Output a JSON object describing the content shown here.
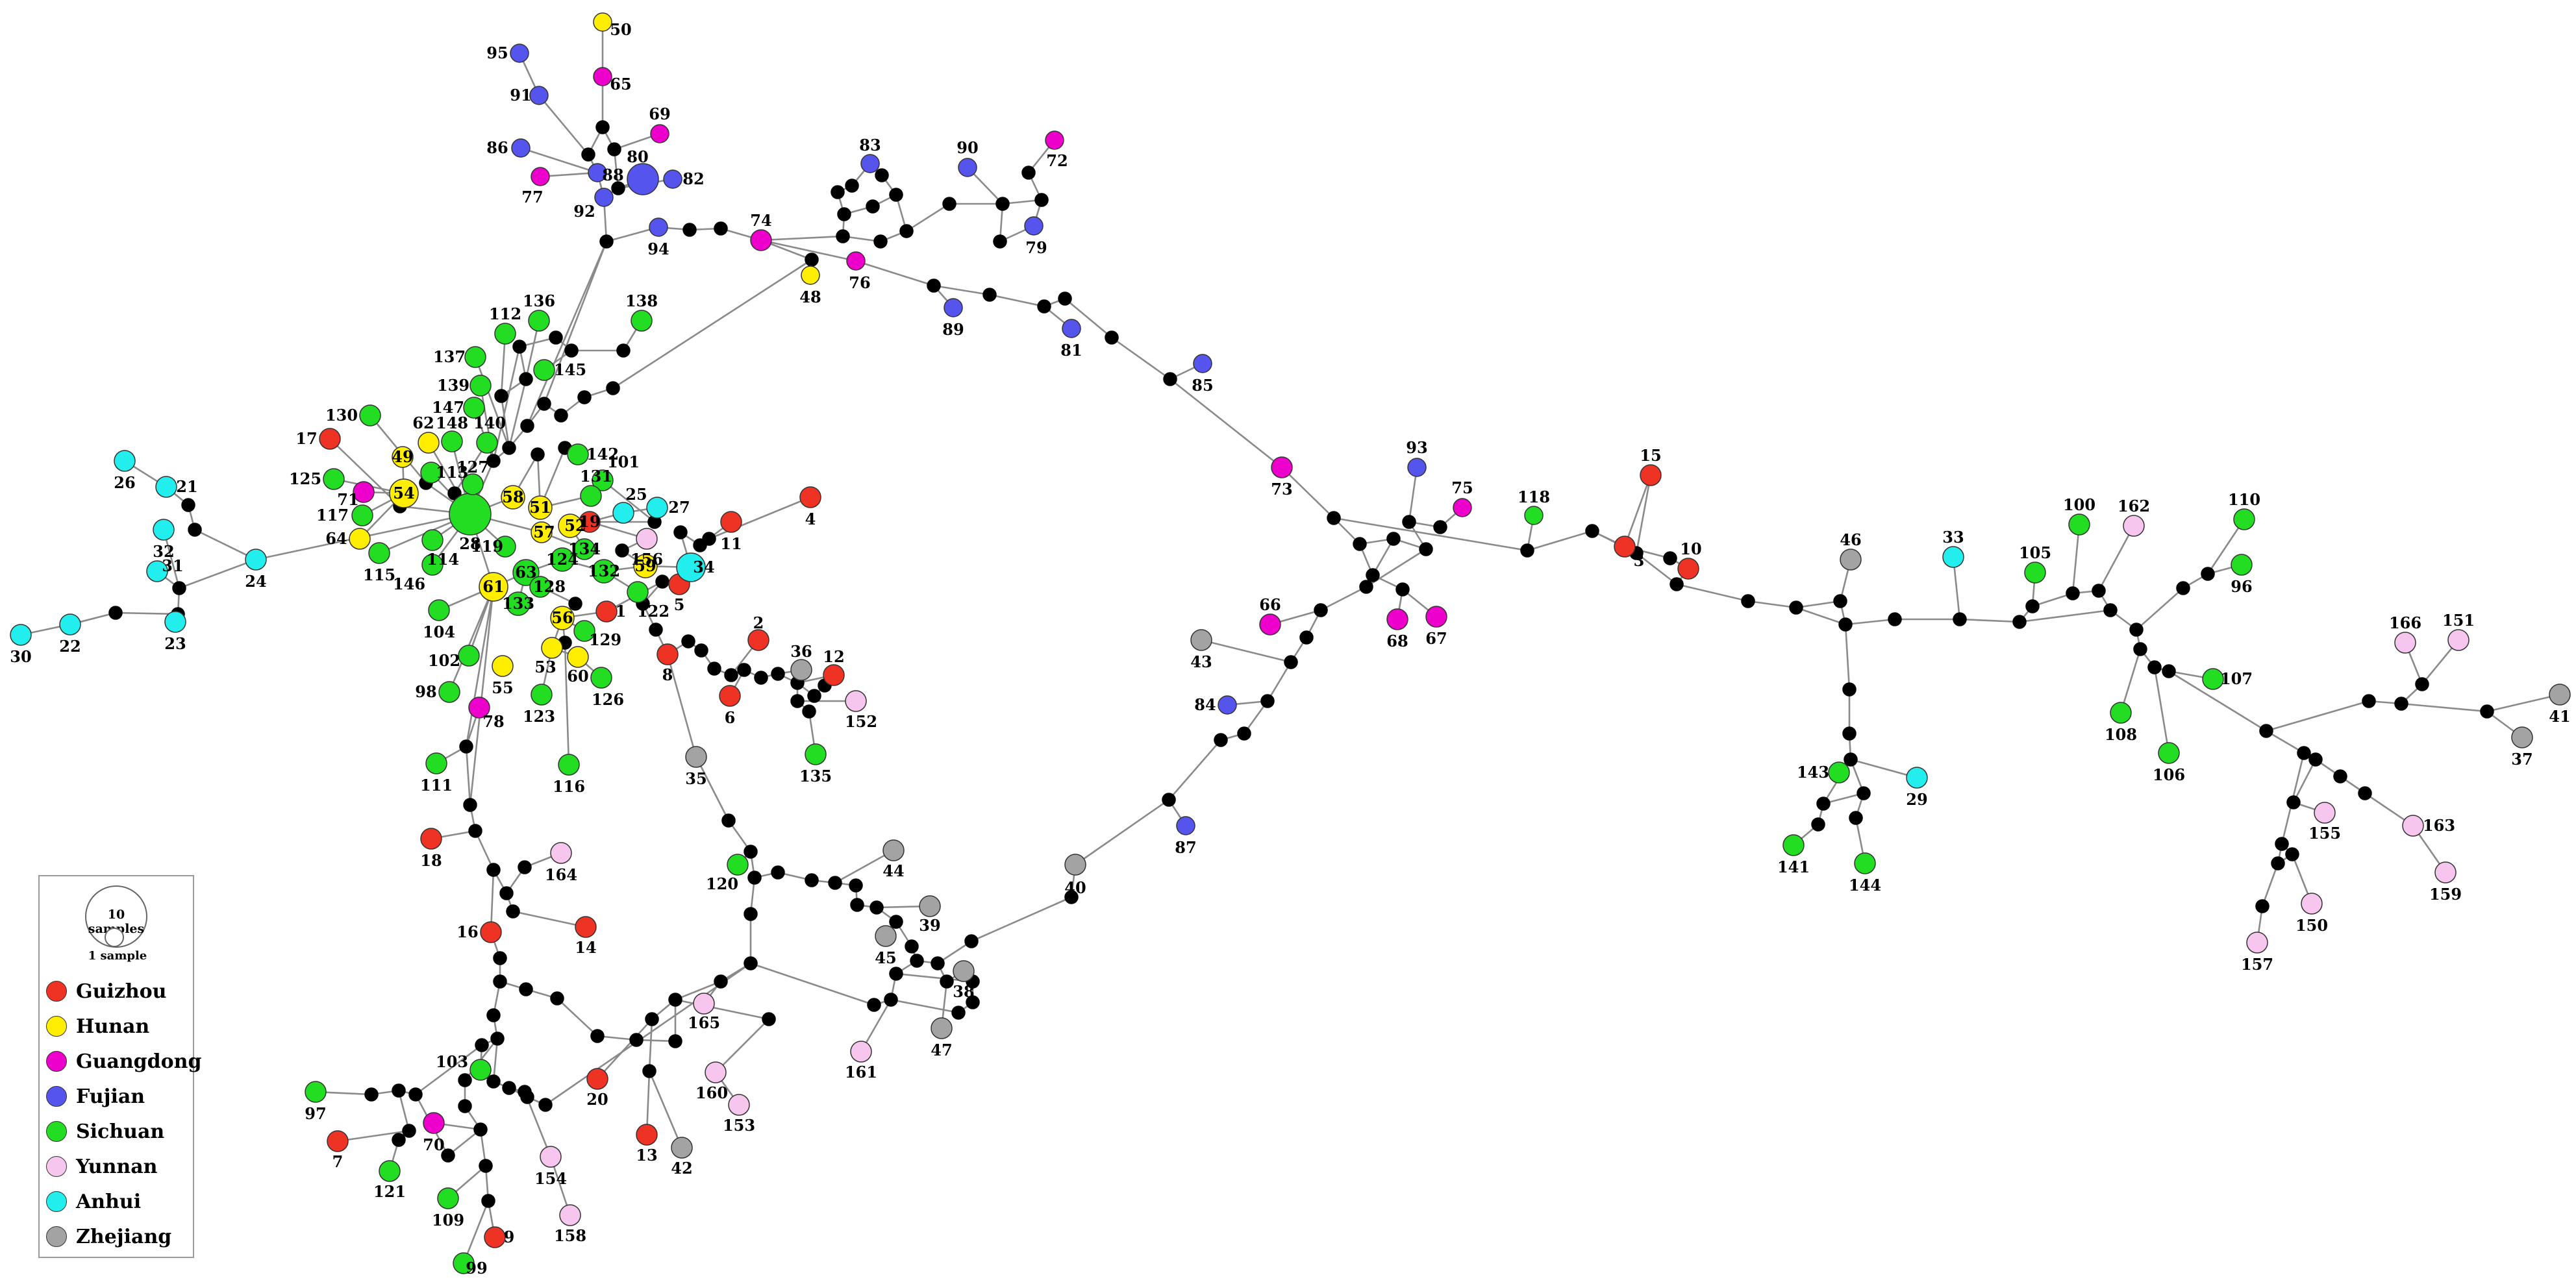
{
  "legend": {
    "size_large": "10 samples",
    "size_small": "1 sample",
    "regions": [
      {
        "key": "GZ",
        "name": "Guizhou",
        "color": "#ee3324"
      },
      {
        "key": "HN",
        "name": "Hunan",
        "color": "#ffee00"
      },
      {
        "key": "GD",
        "name": "Guangdong",
        "color": "#ee00cc"
      },
      {
        "key": "FJ",
        "name": "Fujian",
        "color": "#5555ee"
      },
      {
        "key": "SC",
        "name": "Sichuan",
        "color": "#22dd22"
      },
      {
        "key": "YN",
        "name": "Yunnan",
        "color": "#f6c6ee"
      },
      {
        "key": "AH",
        "name": "Anhui",
        "color": "#22eeee"
      },
      {
        "key": "ZJ",
        "name": "Zhejiang",
        "color": "#a3a3a3"
      }
    ]
  },
  "network": {
    "median_color": "#000000",
    "haplotypes": [
      {
        "id": "1",
        "region": "GZ"
      },
      {
        "id": "3",
        "region": "GZ"
      },
      {
        "id": "4",
        "region": "GZ"
      },
      {
        "id": "5",
        "region": "GZ"
      },
      {
        "id": "6",
        "region": "GZ"
      },
      {
        "id": "7",
        "region": "GZ"
      },
      {
        "id": "8",
        "region": "GZ"
      },
      {
        "id": "9",
        "region": "GZ"
      },
      {
        "id": "10",
        "region": "GZ"
      },
      {
        "id": "11",
        "region": "GZ"
      },
      {
        "id": "12",
        "region": "GZ"
      },
      {
        "id": "13",
        "region": "GZ"
      },
      {
        "id": "14",
        "region": "GZ"
      },
      {
        "id": "15",
        "region": "GZ"
      },
      {
        "id": "16",
        "region": "GZ"
      },
      {
        "id": "17",
        "region": "GZ"
      },
      {
        "id": "18",
        "region": "GZ"
      },
      {
        "id": "19",
        "region": "GZ"
      },
      {
        "id": "20",
        "region": "GZ"
      },
      {
        "id": "2",
        "region": "GZ"
      },
      {
        "id": "48",
        "region": "HN"
      },
      {
        "id": "49",
        "region": "HN"
      },
      {
        "id": "50",
        "region": "HN"
      },
      {
        "id": "51",
        "region": "HN"
      },
      {
        "id": "52",
        "region": "HN"
      },
      {
        "id": "53",
        "region": "HN"
      },
      {
        "id": "54",
        "region": "HN"
      },
      {
        "id": "55",
        "region": "HN"
      },
      {
        "id": "56",
        "region": "HN"
      },
      {
        "id": "57",
        "region": "HN"
      },
      {
        "id": "58",
        "region": "HN"
      },
      {
        "id": "59",
        "region": "HN"
      },
      {
        "id": "60",
        "region": "HN"
      },
      {
        "id": "61",
        "region": "HN"
      },
      {
        "id": "62",
        "region": "HN"
      },
      {
        "id": "64",
        "region": "HN"
      },
      {
        "id": "65",
        "region": "GD"
      },
      {
        "id": "66",
        "region": "GD"
      },
      {
        "id": "67",
        "region": "GD"
      },
      {
        "id": "68",
        "region": "GD"
      },
      {
        "id": "69",
        "region": "GD"
      },
      {
        "id": "71",
        "region": "GD"
      },
      {
        "id": "70",
        "region": "GD"
      },
      {
        "id": "72",
        "region": "GD"
      },
      {
        "id": "73",
        "region": "GD"
      },
      {
        "id": "74",
        "region": "GD"
      },
      {
        "id": "75",
        "region": "GD"
      },
      {
        "id": "76",
        "region": "GD"
      },
      {
        "id": "77",
        "region": "GD"
      },
      {
        "id": "78",
        "region": "GD"
      },
      {
        "id": "79",
        "region": "FJ"
      },
      {
        "id": "80",
        "region": "FJ"
      },
      {
        "id": "81",
        "region": "FJ"
      },
      {
        "id": "82",
        "region": "FJ"
      },
      {
        "id": "83",
        "region": "FJ"
      },
      {
        "id": "84",
        "region": "FJ"
      },
      {
        "id": "85",
        "region": "FJ"
      },
      {
        "id": "86",
        "region": "FJ"
      },
      {
        "id": "87",
        "region": "FJ"
      },
      {
        "id": "88",
        "region": "FJ"
      },
      {
        "id": "89",
        "region": "FJ"
      },
      {
        "id": "90",
        "region": "FJ"
      },
      {
        "id": "91",
        "region": "FJ"
      },
      {
        "id": "92",
        "region": "FJ"
      },
      {
        "id": "93",
        "region": "FJ"
      },
      {
        "id": "94",
        "region": "FJ"
      },
      {
        "id": "95",
        "region": "FJ"
      },
      {
        "id": "28",
        "region": "SC"
      },
      {
        "id": "63",
        "region": "SC"
      },
      {
        "id": "96",
        "region": "SC"
      },
      {
        "id": "97",
        "region": "SC"
      },
      {
        "id": "98",
        "region": "SC"
      },
      {
        "id": "99",
        "region": "SC"
      },
      {
        "id": "100",
        "region": "SC"
      },
      {
        "id": "101",
        "region": "SC"
      },
      {
        "id": "102",
        "region": "SC"
      },
      {
        "id": "103",
        "region": "SC"
      },
      {
        "id": "104",
        "region": "SC"
      },
      {
        "id": "105",
        "region": "SC"
      },
      {
        "id": "106",
        "region": "SC"
      },
      {
        "id": "107",
        "region": "SC"
      },
      {
        "id": "108",
        "region": "SC"
      },
      {
        "id": "109",
        "region": "SC"
      },
      {
        "id": "110",
        "region": "SC"
      },
      {
        "id": "111",
        "region": "SC"
      },
      {
        "id": "113",
        "region": "SC"
      },
      {
        "id": "112",
        "region": "SC"
      },
      {
        "id": "114",
        "region": "SC"
      },
      {
        "id": "115",
        "region": "SC"
      },
      {
        "id": "116",
        "region": "SC"
      },
      {
        "id": "117",
        "region": "SC"
      },
      {
        "id": "118",
        "region": "SC"
      },
      {
        "id": "119",
        "region": "SC"
      },
      {
        "id": "120",
        "region": "SC"
      },
      {
        "id": "121",
        "region": "SC"
      },
      {
        "id": "122",
        "region": "SC"
      },
      {
        "id": "123",
        "region": "SC"
      },
      {
        "id": "124",
        "region": "SC"
      },
      {
        "id": "125",
        "region": "SC"
      },
      {
        "id": "126",
        "region": "SC"
      },
      {
        "id": "127",
        "region": "SC"
      },
      {
        "id": "128",
        "region": "SC"
      },
      {
        "id": "129",
        "region": "SC"
      },
      {
        "id": "130",
        "region": "SC"
      },
      {
        "id": "131",
        "region": "SC"
      },
      {
        "id": "132",
        "region": "SC"
      },
      {
        "id": "133",
        "region": "SC"
      },
      {
        "id": "134",
        "region": "SC"
      },
      {
        "id": "135",
        "region": "SC"
      },
      {
        "id": "136",
        "region": "SC"
      },
      {
        "id": "137",
        "region": "SC"
      },
      {
        "id": "138",
        "region": "SC"
      },
      {
        "id": "139",
        "region": "SC"
      },
      {
        "id": "140",
        "region": "SC"
      },
      {
        "id": "141",
        "region": "SC"
      },
      {
        "id": "142",
        "region": "SC"
      },
      {
        "id": "143",
        "region": "SC"
      },
      {
        "id": "144",
        "region": "SC"
      },
      {
        "id": "145",
        "region": "SC"
      },
      {
        "id": "146",
        "region": "SC"
      },
      {
        "id": "147",
        "region": "SC"
      },
      {
        "id": "148",
        "region": "SC"
      },
      {
        "id": "150",
        "region": "YN"
      },
      {
        "id": "151",
        "region": "YN"
      },
      {
        "id": "152",
        "region": "YN"
      },
      {
        "id": "153",
        "region": "YN"
      },
      {
        "id": "154",
        "region": "YN"
      },
      {
        "id": "155",
        "region": "YN"
      },
      {
        "id": "156",
        "region": "YN"
      },
      {
        "id": "157",
        "region": "YN"
      },
      {
        "id": "158",
        "region": "YN"
      },
      {
        "id": "159",
        "region": "YN"
      },
      {
        "id": "160",
        "region": "YN"
      },
      {
        "id": "161",
        "region": "YN"
      },
      {
        "id": "162",
        "region": "YN"
      },
      {
        "id": "163",
        "region": "YN"
      },
      {
        "id": "164",
        "region": "YN"
      },
      {
        "id": "165",
        "region": "YN"
      },
      {
        "id": "166",
        "region": "YN"
      },
      {
        "id": "21",
        "region": "AH"
      },
      {
        "id": "22",
        "region": "AH"
      },
      {
        "id": "23",
        "region": "AH"
      },
      {
        "id": "24",
        "region": "AH"
      },
      {
        "id": "25",
        "region": "AH"
      },
      {
        "id": "26",
        "region": "AH"
      },
      {
        "id": "27",
        "region": "AH"
      },
      {
        "id": "29",
        "region": "AH"
      },
      {
        "id": "30",
        "region": "AH"
      },
      {
        "id": "31",
        "region": "AH"
      },
      {
        "id": "32",
        "region": "AH"
      },
      {
        "id": "33",
        "region": "AH"
      },
      {
        "id": "34",
        "region": "AH"
      },
      {
        "id": "35",
        "region": "ZJ"
      },
      {
        "id": "36",
        "region": "ZJ"
      },
      {
        "id": "37",
        "region": "ZJ"
      },
      {
        "id": "38",
        "region": "ZJ"
      },
      {
        "id": "39",
        "region": "ZJ"
      },
      {
        "id": "40",
        "region": "ZJ"
      },
      {
        "id": "41",
        "region": "ZJ"
      },
      {
        "id": "42",
        "region": "ZJ"
      },
      {
        "id": "43",
        "region": "ZJ"
      },
      {
        "id": "44",
        "region": "ZJ"
      },
      {
        "id": "45",
        "region": "ZJ"
      },
      {
        "id": "46",
        "region": "ZJ"
      },
      {
        "id": "47",
        "region": "ZJ"
      }
    ]
  }
}
